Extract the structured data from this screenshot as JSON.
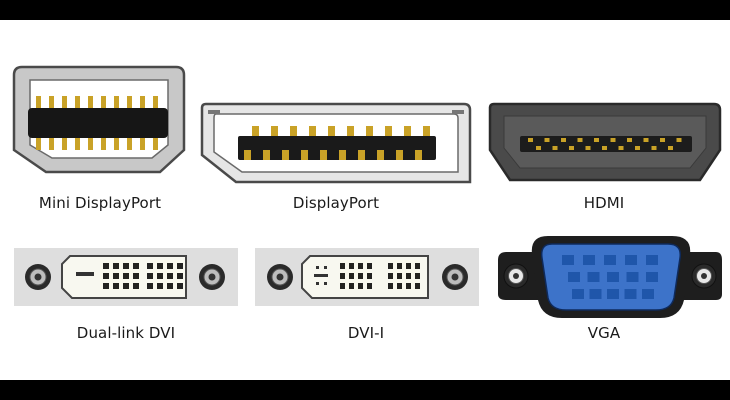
{
  "connectors": {
    "mini_displayport": {
      "label": "Mini DisplayPort"
    },
    "displayport": {
      "label": "DisplayPort"
    },
    "hdmi": {
      "label": "HDMI"
    },
    "dual_link_dvi": {
      "label": "Dual-link DVI"
    },
    "dvi_i": {
      "label": "DVI-I"
    },
    "vga": {
      "label": "VGA"
    }
  },
  "colors": {
    "background": "#000000",
    "panel": "#ffffff",
    "shell_gray": "#c4c4c4",
    "outline_dark": "#444444",
    "pin_gold": "#c9a227",
    "vga_blue": "#3d73c9",
    "vga_pin": "#1f56aa"
  }
}
